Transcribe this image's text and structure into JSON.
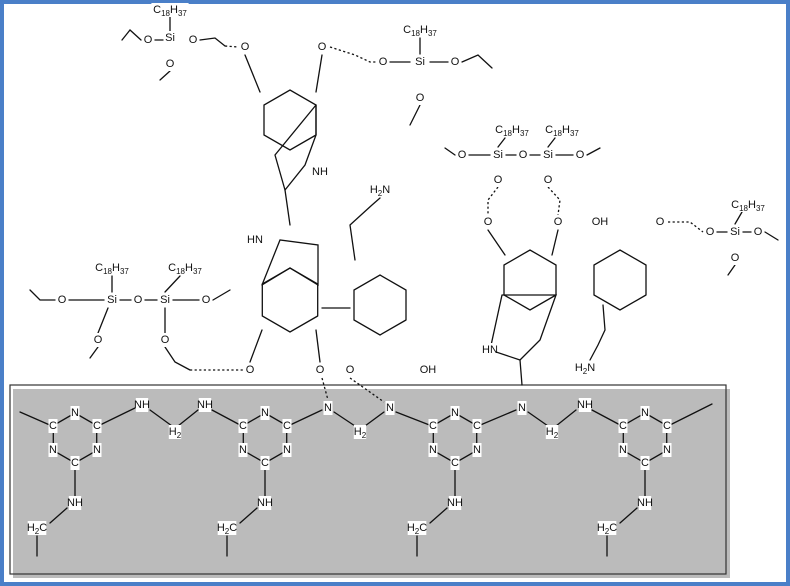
{
  "figure": {
    "labels": {
      "O": "O",
      "N": "N",
      "C": "C",
      "Si": "Si",
      "NH": "NH",
      "HN": "HN",
      "OH": "OH",
      "H2N": "H2N",
      "C18H37": "C18H37",
      "CH2": "H2",
      "H2C": "H2C"
    }
  },
  "colors": {
    "frame": "#4a7fc8",
    "bond": "#111111",
    "box": "#333333"
  }
}
